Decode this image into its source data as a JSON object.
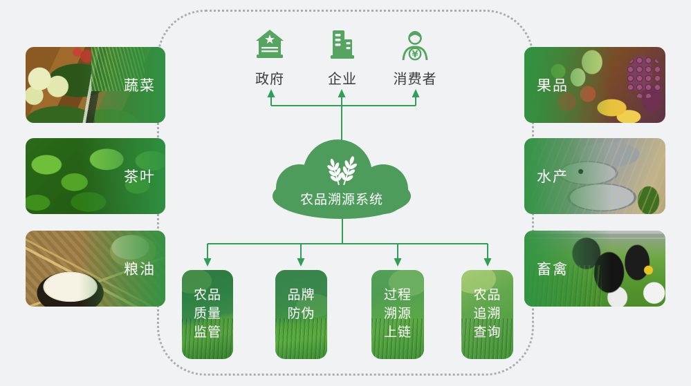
{
  "colors": {
    "accent_green": "#4d9c5b",
    "icon_green": "#55a45f",
    "line_green": "#2f9e57",
    "dot_border": "#a9adb1",
    "background": "#f0f2f4",
    "text_dark": "#3b3b3b"
  },
  "entities": [
    {
      "label": "政府",
      "icon": "government-icon"
    },
    {
      "label": "企业",
      "icon": "enterprise-icon"
    },
    {
      "label": "消费者",
      "icon": "consumer-icon"
    }
  ],
  "cloud": {
    "label": "农品溯源系统",
    "icon": "wheat-icon"
  },
  "left_cards": [
    {
      "label": "蔬菜",
      "image": "vegetables-photo"
    },
    {
      "label": "茶叶",
      "image": "tea-photo"
    },
    {
      "label": "粮油",
      "image": "grain-oil-photo"
    }
  ],
  "right_cards": [
    {
      "label": "果品",
      "image": "fruit-photo"
    },
    {
      "label": "水产",
      "image": "aquatic-photo"
    },
    {
      "label": "畜禽",
      "image": "livestock-photo"
    }
  ],
  "boxes": [
    {
      "lines": [
        "农品",
        "质量",
        "监管"
      ]
    },
    {
      "lines": [
        "品牌",
        "防伪"
      ]
    },
    {
      "lines": [
        "过程",
        "溯源",
        "上链"
      ]
    },
    {
      "lines": [
        "农品",
        "追溯",
        "查询"
      ]
    }
  ]
}
